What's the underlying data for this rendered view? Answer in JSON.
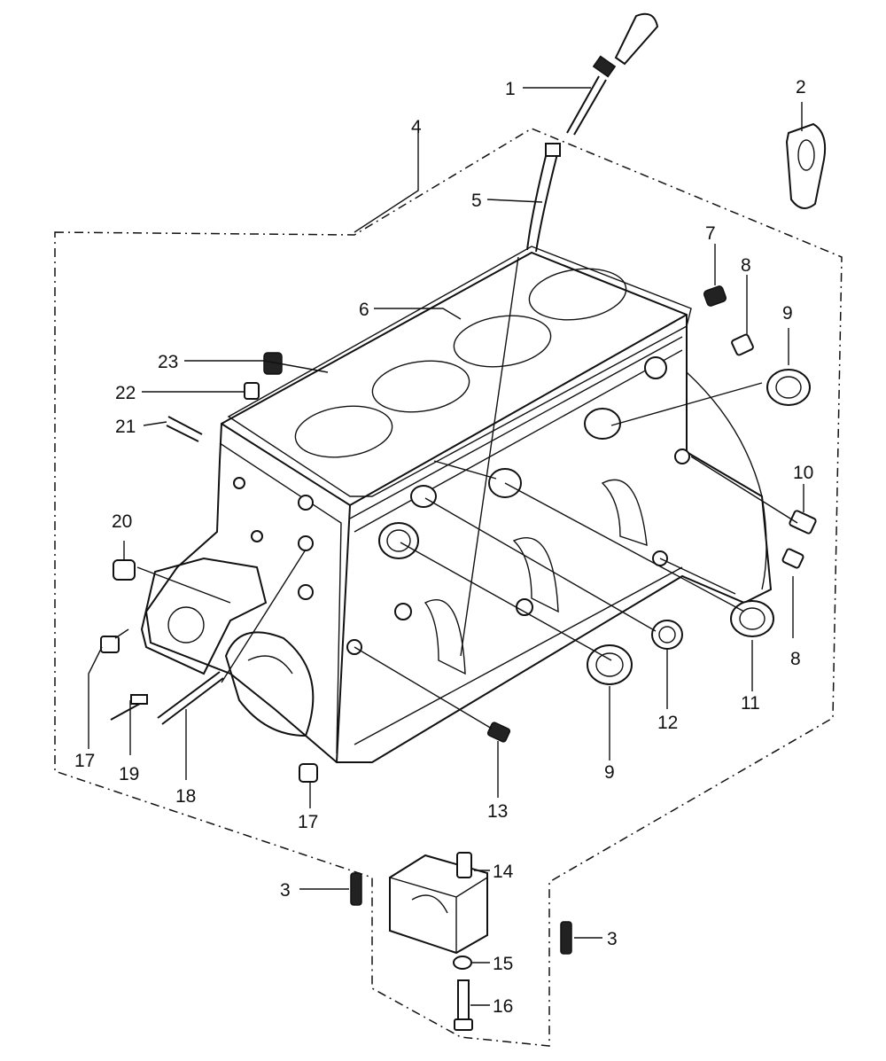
{
  "callouts": [
    {
      "id": "c1",
      "text": "1"
    },
    {
      "id": "c2",
      "text": "2"
    },
    {
      "id": "c3a",
      "text": "3"
    },
    {
      "id": "c3b",
      "text": "3"
    },
    {
      "id": "c4",
      "text": "4"
    },
    {
      "id": "c5",
      "text": "5"
    },
    {
      "id": "c6",
      "text": "6"
    },
    {
      "id": "c7",
      "text": "7"
    },
    {
      "id": "c8a",
      "text": "8"
    },
    {
      "id": "c8b",
      "text": "8"
    },
    {
      "id": "c9a",
      "text": "9"
    },
    {
      "id": "c9b",
      "text": "9"
    },
    {
      "id": "c10",
      "text": "10"
    },
    {
      "id": "c11",
      "text": "11"
    },
    {
      "id": "c12",
      "text": "12"
    },
    {
      "id": "c13",
      "text": "13"
    },
    {
      "id": "c14",
      "text": "14"
    },
    {
      "id": "c15",
      "text": "15"
    },
    {
      "id": "c16",
      "text": "16"
    },
    {
      "id": "c17a",
      "text": "17"
    },
    {
      "id": "c17b",
      "text": "17"
    },
    {
      "id": "c18",
      "text": "18"
    },
    {
      "id": "c19",
      "text": "19"
    },
    {
      "id": "c20",
      "text": "20"
    },
    {
      "id": "c21",
      "text": "21"
    },
    {
      "id": "c22",
      "text": "22"
    },
    {
      "id": "c23",
      "text": "23"
    }
  ]
}
